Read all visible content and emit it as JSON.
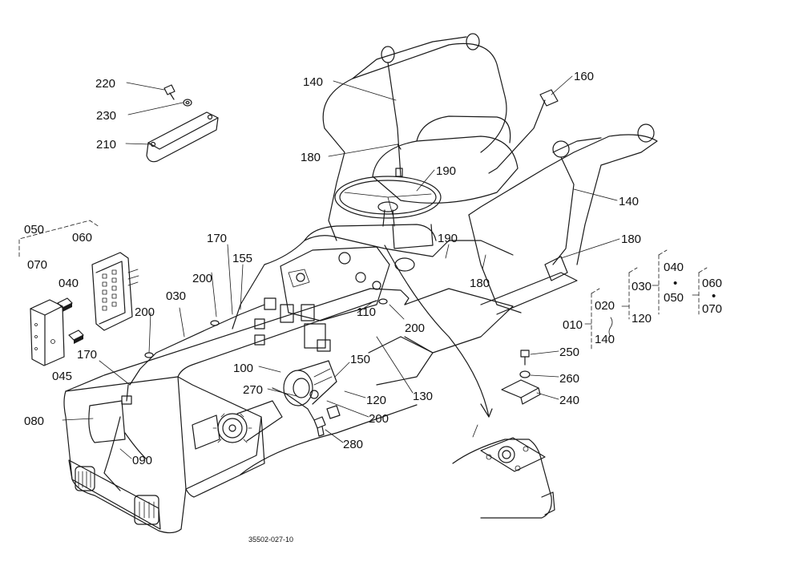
{
  "figure_code": "35502-027-10",
  "callouts": [
    {
      "key": "c220",
      "text": "220"
    },
    {
      "key": "c230",
      "text": "230"
    },
    {
      "key": "c210",
      "text": "210"
    },
    {
      "key": "c140a",
      "text": "140"
    },
    {
      "key": "c160",
      "text": "160"
    },
    {
      "key": "c180a",
      "text": "180"
    },
    {
      "key": "c190a",
      "text": "190"
    },
    {
      "key": "c140b",
      "text": "140"
    },
    {
      "key": "c050a",
      "text": "050"
    },
    {
      "key": "c060a",
      "text": "060"
    },
    {
      "key": "c070a",
      "text": "070"
    },
    {
      "key": "c040a",
      "text": "040"
    },
    {
      "key": "c045",
      "text": "045"
    },
    {
      "key": "c170a",
      "text": "170"
    },
    {
      "key": "c155",
      "text": "155"
    },
    {
      "key": "c200a",
      "text": "200"
    },
    {
      "key": "c030a",
      "text": "030"
    },
    {
      "key": "c200b",
      "text": "200"
    },
    {
      "key": "c170b",
      "text": "170"
    },
    {
      "key": "c190b",
      "text": "190"
    },
    {
      "key": "c180b",
      "text": "180"
    },
    {
      "key": "c180c",
      "text": "180"
    },
    {
      "key": "c110",
      "text": "110"
    },
    {
      "key": "c200c",
      "text": "200"
    },
    {
      "key": "c150",
      "text": "150"
    },
    {
      "key": "c100",
      "text": "100"
    },
    {
      "key": "c270",
      "text": "270"
    },
    {
      "key": "c120a",
      "text": "120"
    },
    {
      "key": "c200d",
      "text": "200"
    },
    {
      "key": "c130",
      "text": "130"
    },
    {
      "key": "c080",
      "text": "080"
    },
    {
      "key": "c090",
      "text": "090"
    },
    {
      "key": "c280",
      "text": "280"
    },
    {
      "key": "c250",
      "text": "250"
    },
    {
      "key": "c260",
      "text": "260"
    },
    {
      "key": "c240",
      "text": "240"
    }
  ],
  "assembly_tree": {
    "t010": "010",
    "t020": "020",
    "t140": "140",
    "t030": "030",
    "t120": "120",
    "t040": "040",
    "t050": "050",
    "t060": "060",
    "t070": "070",
    "dot": "•"
  }
}
